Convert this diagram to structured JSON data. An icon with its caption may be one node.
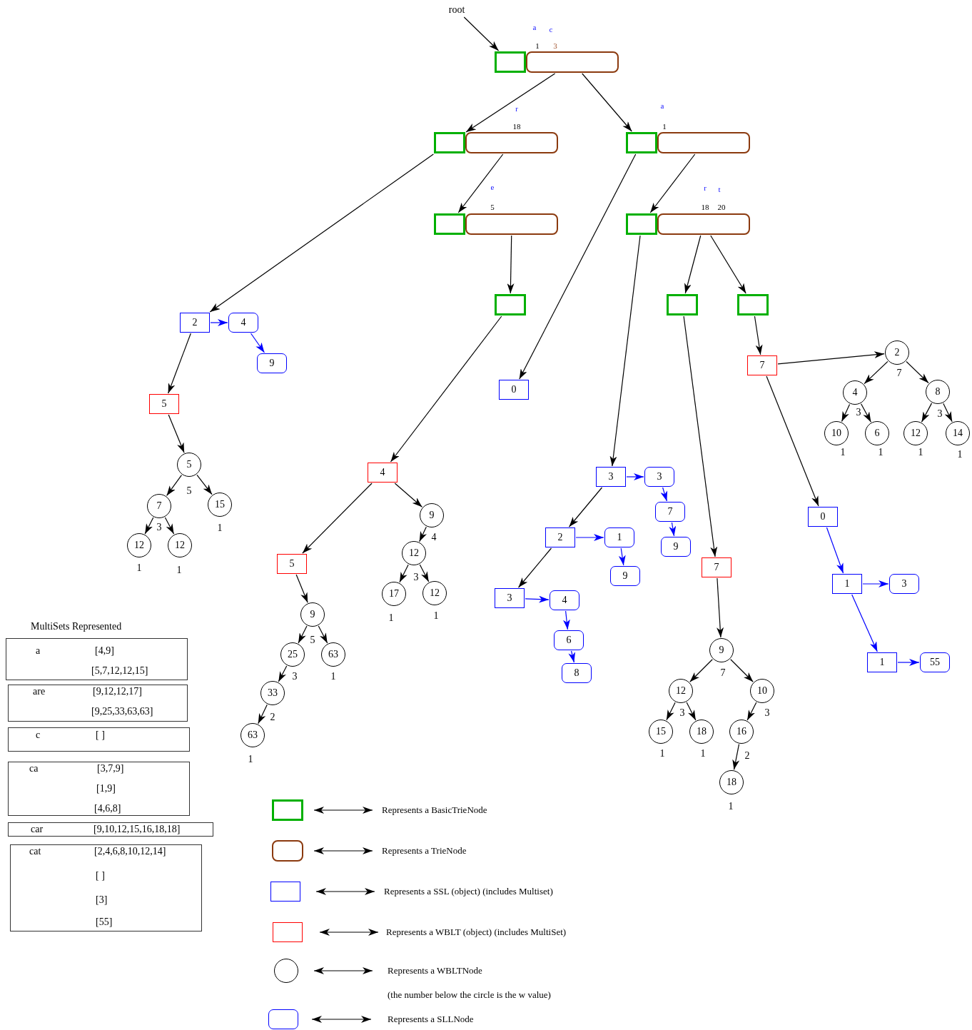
{
  "diagram": {
    "nodes": [
      {
        "text": [
          "root"
        ]
      },
      {
        "text": [],
        "shape": "box"
      },
      {
        "text": [],
        "shape": "box",
        "beside": [
          "a",
          "c",
          "1",
          "3"
        ]
      },
      {
        "text": [],
        "shape": "box"
      },
      {
        "text": [],
        "shape": "box",
        "beside": [
          "r",
          "18"
        ]
      },
      {
        "text": [],
        "shape": "box"
      },
      {
        "text": [],
        "shape": "box",
        "beside": [
          "a",
          "1"
        ]
      },
      {
        "text": [],
        "shape": "box"
      },
      {
        "text": [],
        "shape": "box",
        "beside": [
          "e",
          "5"
        ]
      },
      {
        "text": [],
        "shape": "box"
      },
      {
        "text": [],
        "shape": "box",
        "beside": [
          "r",
          "t",
          "18",
          "20"
        ]
      },
      {
        "text": [],
        "shape": "box"
      },
      {
        "text": [],
        "shape": "box"
      },
      {
        "text": [],
        "shape": "box"
      },
      {
        "text": [
          "2"
        ]
      },
      {
        "text": [
          "4"
        ]
      },
      {
        "text": [
          "9"
        ]
      },
      {
        "text": [
          "5"
        ]
      },
      {
        "text": [
          "5"
        ],
        "beside": [
          "5"
        ]
      },
      {
        "text": [
          "7"
        ],
        "beside": [
          "3"
        ]
      },
      {
        "text": [
          "15"
        ],
        "beside": [
          "1"
        ]
      },
      {
        "text": [
          "12"
        ],
        "beside": [
          "1"
        ]
      },
      {
        "text": [
          "12"
        ],
        "beside": [
          "1"
        ]
      },
      {
        "text": [
          "4"
        ]
      },
      {
        "text": [
          "5"
        ]
      },
      {
        "text": [
          "9"
        ],
        "beside": [
          "5"
        ]
      },
      {
        "text": [
          "25"
        ],
        "beside": [
          "3"
        ]
      },
      {
        "text": [
          "63"
        ],
        "beside": [
          "1"
        ]
      },
      {
        "text": [
          "33"
        ],
        "beside": [
          "2"
        ]
      },
      {
        "text": [
          "63"
        ],
        "beside": [
          "1"
        ]
      },
      {
        "text": [
          "9"
        ],
        "beside": [
          "4"
        ]
      },
      {
        "text": [
          "12"
        ],
        "beside": [
          "3"
        ]
      },
      {
        "text": [
          "17"
        ],
        "beside": [
          "1"
        ]
      },
      {
        "text": [
          "12"
        ],
        "beside": [
          "1"
        ]
      },
      {
        "text": [
          "0"
        ]
      },
      {
        "text": [
          "3"
        ]
      },
      {
        "text": [
          "3"
        ]
      },
      {
        "text": [
          "7"
        ]
      },
      {
        "text": [
          "9"
        ]
      },
      {
        "text": [
          "2"
        ]
      },
      {
        "text": [
          "1"
        ]
      },
      {
        "text": [
          "9"
        ]
      },
      {
        "text": [
          "3"
        ]
      },
      {
        "text": [
          "4"
        ]
      },
      {
        "text": [
          "6"
        ]
      },
      {
        "text": [
          "8"
        ]
      },
      {
        "text": [
          "7"
        ]
      },
      {
        "text": [
          "9"
        ],
        "beside": [
          "7"
        ]
      },
      {
        "text": [
          "12"
        ],
        "beside": [
          "3"
        ]
      },
      {
        "text": [
          "10"
        ],
        "beside": [
          "3"
        ]
      },
      {
        "text": [
          "15"
        ],
        "beside": [
          "1"
        ]
      },
      {
        "text": [
          "18"
        ],
        "beside": [
          "1"
        ]
      },
      {
        "text": [
          "16"
        ],
        "beside": [
          "2"
        ]
      },
      {
        "text": [
          "18"
        ],
        "beside": [
          "1"
        ]
      },
      {
        "text": [
          "7"
        ]
      },
      {
        "text": [
          "2"
        ],
        "beside": [
          "7"
        ]
      },
      {
        "text": [
          "4"
        ],
        "beside": [
          "3"
        ]
      },
      {
        "text": [
          "8"
        ],
        "beside": [
          "3"
        ]
      },
      {
        "text": [
          "10"
        ],
        "beside": [
          "1"
        ]
      },
      {
        "text": [
          "6"
        ],
        "beside": [
          "1"
        ]
      },
      {
        "text": [
          "12"
        ],
        "beside": [
          "1"
        ]
      },
      {
        "text": [
          "14"
        ],
        "beside": [
          "1"
        ]
      },
      {
        "text": [
          "0"
        ]
      },
      {
        "text": [
          "1"
        ]
      },
      {
        "text": [
          "3"
        ]
      },
      {
        "text": [
          "1"
        ]
      },
      {
        "text": [
          "55"
        ]
      }
    ],
    "edges": [
      {
        "from": 0,
        "to": 1,
        "arrow": "to"
      },
      {
        "from": 2,
        "to": 3,
        "arrow": "to"
      },
      {
        "from": 2,
        "to": 5,
        "arrow": "to"
      },
      {
        "from": 4,
        "to": 7,
        "arrow": "to"
      },
      {
        "from": 3,
        "to": 14,
        "arrow": "to"
      },
      {
        "from": 8,
        "to": 11,
        "arrow": "to"
      },
      {
        "from": 5,
        "to": 34,
        "arrow": "to"
      },
      {
        "from": 6,
        "to": 9,
        "arrow": "to"
      },
      {
        "from": 9,
        "to": 35,
        "arrow": "to"
      },
      {
        "from": 10,
        "to": 12,
        "arrow": "to"
      },
      {
        "from": 10,
        "to": 13,
        "arrow": "to"
      },
      {
        "from": 11,
        "to": 23,
        "arrow": "to"
      },
      {
        "from": 12,
        "to": 46,
        "arrow": "to"
      },
      {
        "from": 13,
        "to": 54,
        "arrow": "to"
      },
      {
        "from": 14,
        "to": 15,
        "arrow": "to",
        "color": "#0000ff"
      },
      {
        "from": 15,
        "to": 16,
        "arrow": "to",
        "color": "#0000ff"
      },
      {
        "from": 14,
        "to": 17,
        "arrow": "to"
      },
      {
        "from": 17,
        "to": 18,
        "arrow": "to"
      },
      {
        "from": 18,
        "to": 19,
        "arrow": "to"
      },
      {
        "from": 18,
        "to": 20,
        "arrow": "to"
      },
      {
        "from": 19,
        "to": 21,
        "arrow": "to"
      },
      {
        "from": 19,
        "to": 22,
        "arrow": "to"
      },
      {
        "from": 23,
        "to": 24,
        "arrow": "to"
      },
      {
        "from": 23,
        "to": 30,
        "arrow": "to"
      },
      {
        "from": 24,
        "to": 25,
        "arrow": "to"
      },
      {
        "from": 25,
        "to": 26,
        "arrow": "to"
      },
      {
        "from": 25,
        "to": 27,
        "arrow": "to"
      },
      {
        "from": 26,
        "to": 28,
        "arrow": "to"
      },
      {
        "from": 28,
        "to": 29,
        "arrow": "to"
      },
      {
        "from": 30,
        "to": 31,
        "arrow": "to"
      },
      {
        "from": 31,
        "to": 32,
        "arrow": "to"
      },
      {
        "from": 31,
        "to": 33,
        "arrow": "to"
      },
      {
        "from": 35,
        "to": 36,
        "arrow": "to",
        "color": "#0000ff"
      },
      {
        "from": 36,
        "to": 37,
        "arrow": "to",
        "color": "#0000ff"
      },
      {
        "from": 37,
        "to": 38,
        "arrow": "to",
        "color": "#0000ff"
      },
      {
        "from": 35,
        "to": 39,
        "arrow": "to"
      },
      {
        "from": 39,
        "to": 40,
        "arrow": "to",
        "color": "#0000ff"
      },
      {
        "from": 40,
        "to": 41,
        "arrow": "to",
        "color": "#0000ff"
      },
      {
        "from": 39,
        "to": 42,
        "arrow": "to"
      },
      {
        "from": 42,
        "to": 43,
        "arrow": "to",
        "color": "#0000ff"
      },
      {
        "from": 43,
        "to": 44,
        "arrow": "to",
        "color": "#0000ff"
      },
      {
        "from": 44,
        "to": 45,
        "arrow": "to",
        "color": "#0000ff"
      },
      {
        "from": 46,
        "to": 47,
        "arrow": "to"
      },
      {
        "from": 47,
        "to": 48,
        "arrow": "to"
      },
      {
        "from": 47,
        "to": 49,
        "arrow": "to"
      },
      {
        "from": 48,
        "to": 50,
        "arrow": "to"
      },
      {
        "from": 48,
        "to": 51,
        "arrow": "to"
      },
      {
        "from": 49,
        "to": 52,
        "arrow": "to"
      },
      {
        "from": 52,
        "to": 53,
        "arrow": "to"
      },
      {
        "from": 54,
        "to": 55,
        "arrow": "to"
      },
      {
        "from": 55,
        "to": 56,
        "arrow": "to"
      },
      {
        "from": 55,
        "to": 57,
        "arrow": "to"
      },
      {
        "from": 56,
        "to": 58,
        "arrow": "to"
      },
      {
        "from": 56,
        "to": 59,
        "arrow": "to"
      },
      {
        "from": 57,
        "to": 60,
        "arrow": "to"
      },
      {
        "from": 57,
        "to": 61,
        "arrow": "to"
      },
      {
        "from": 54,
        "to": 62,
        "arrow": "to"
      },
      {
        "from": 62,
        "to": 63,
        "arrow": "to",
        "color": "#0000ff"
      },
      {
        "from": 63,
        "to": 64,
        "arrow": "to",
        "color": "#0000ff"
      },
      {
        "from": 63,
        "to": 65,
        "arrow": "to",
        "color": "#0000ff"
      },
      {
        "from": 65,
        "to": 66,
        "arrow": "to",
        "color": "#0000ff"
      }
    ],
    "labels": [
      "MultiSets Represented",
      "a",
      "[4,9]",
      "[5,7,12,12,15]",
      "are",
      "[9,12,12,17]",
      "[9,25,33,63,63]",
      "c",
      "[ ]",
      "ca",
      "[3,7,9]",
      "[1,9]",
      "[4,6,8]",
      "car",
      "[9,10,12,15,16,18,18]",
      "cat",
      "[2,4,6,8,10,12,14]",
      "[ ]",
      "[3]",
      "[55]",
      "(the number below the circle is the w value)"
    ],
    "legend": [
      {
        "text": "Represents a BasicTrieNode"
      },
      {
        "text": "Represents a TrieNode"
      },
      {
        "text": "Represents a SSL (object) (includes Multiset)"
      },
      {
        "text": "Represents a WBLT (object) (includes MultiSet)"
      },
      {
        "text": "Represents a WBLTNode"
      },
      {
        "text": "Represents a SLLNode"
      }
    ]
  }
}
